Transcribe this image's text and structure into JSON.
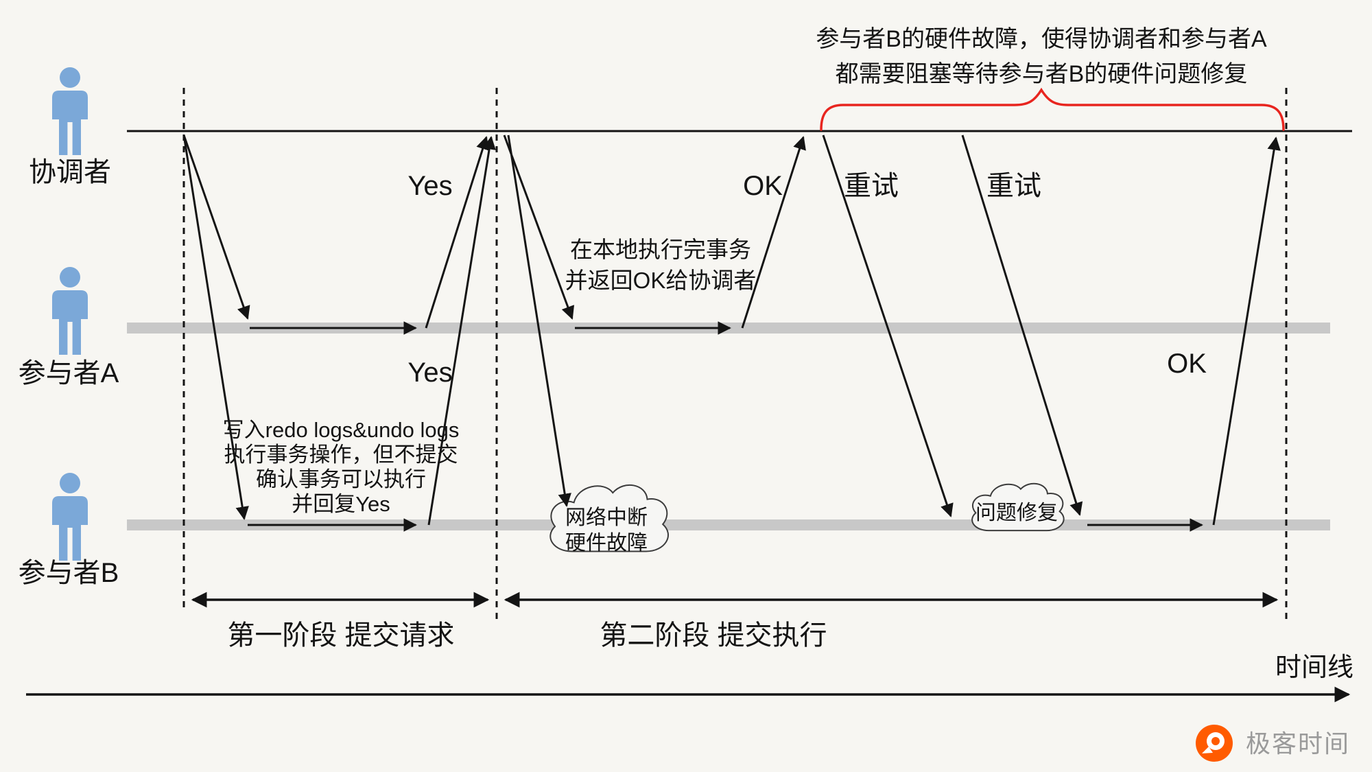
{
  "actors": [
    {
      "label": "协调者"
    },
    {
      "label": "参与者A"
    },
    {
      "label": "参与者B"
    }
  ],
  "messages": {
    "phase1_a_reply": "Yes",
    "phase1_b_reply": "Yes",
    "phase2_a_reply": "OK",
    "retry_1": "重试",
    "retry_2": "重试",
    "phase2_b_reply": "OK"
  },
  "annotations": {
    "blocking": [
      "参与者B的硬件故障，使得协调者和参与者A",
      "都需要阻塞等待参与者B的硬件问题修复"
    ],
    "local_exec": [
      "在本地执行完事务",
      "并返回OK给协调者"
    ],
    "write_logs": [
      "写入redo logs&undo logs",
      "执行事务操作，但不提交",
      "确认事务可以执行",
      "并回复Yes"
    ]
  },
  "clouds": {
    "failure": [
      "网络中断",
      "硬件故障"
    ],
    "fixed": [
      "问题修复"
    ]
  },
  "phases": [
    {
      "label": "第一阶段 提交请求"
    },
    {
      "label": "第二阶段 提交执行"
    }
  ],
  "timeline": {
    "label": "时间线"
  },
  "logo": {
    "text": "极客时间"
  },
  "colors": {
    "person_blue": "#7BA8D8",
    "accent_red": "#E8251F",
    "logo_orange": "#FF5B00",
    "gray_band": "#C8C8C8"
  }
}
